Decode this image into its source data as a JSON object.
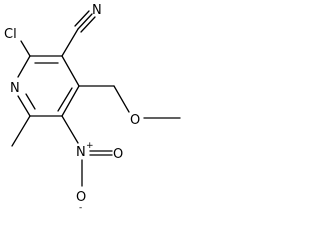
{
  "molecule": {
    "description_labels": {
      "chlorine": "Cl",
      "ring_nitrogen": "N",
      "nitrile_nitrogen": "N",
      "methoxy_oxygen": "O",
      "nitro_nitrogen": "N",
      "nitro_nitrogen_charge": "+",
      "nitro_oxygen_double": "O",
      "nitro_oxygen_single": "O",
      "nitro_oxygen_charge": "-"
    }
  }
}
